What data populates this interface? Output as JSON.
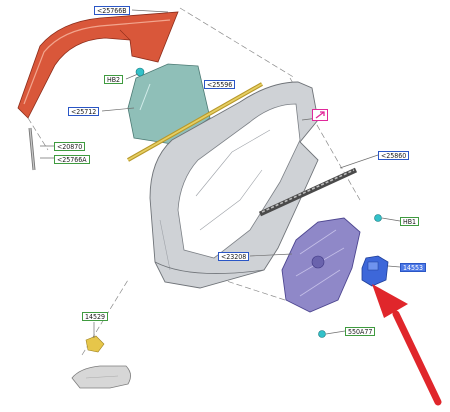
{
  "colors": {
    "leader_line": "#6f6f6f",
    "blue_border": "#2a56c6",
    "green_border": "#3f9b3f",
    "highlight_fill": "#4d79e6",
    "pointer_arrow": "#e0262b",
    "glass_run": "#d9573a",
    "glass": "#8fbfb8",
    "strip": "#d8b93a",
    "door_shell": "#cfd2d6",
    "regulator": "#8f88c8",
    "motor": "#3d67d9",
    "clip": "#33c1c9",
    "bracket": "#e6c64a",
    "hinge": "#d7d7d7",
    "symbol_box": "#e0289a"
  },
  "labels": {
    "l25766b": "<25766B",
    "lhb2": "HB2",
    "l25596": "<25596",
    "l25712": "<25712",
    "l20870": "<20870",
    "l25766a": "<25766A",
    "l25860": "<25860",
    "lhb1": "HB1",
    "l23208": "<23208",
    "l14553": "14553",
    "l550a77": "550A77",
    "l14529": "14529"
  },
  "icons": {
    "symbol": "callout-symbol-icon",
    "arrow": "red-pointer-arrow-icon"
  }
}
